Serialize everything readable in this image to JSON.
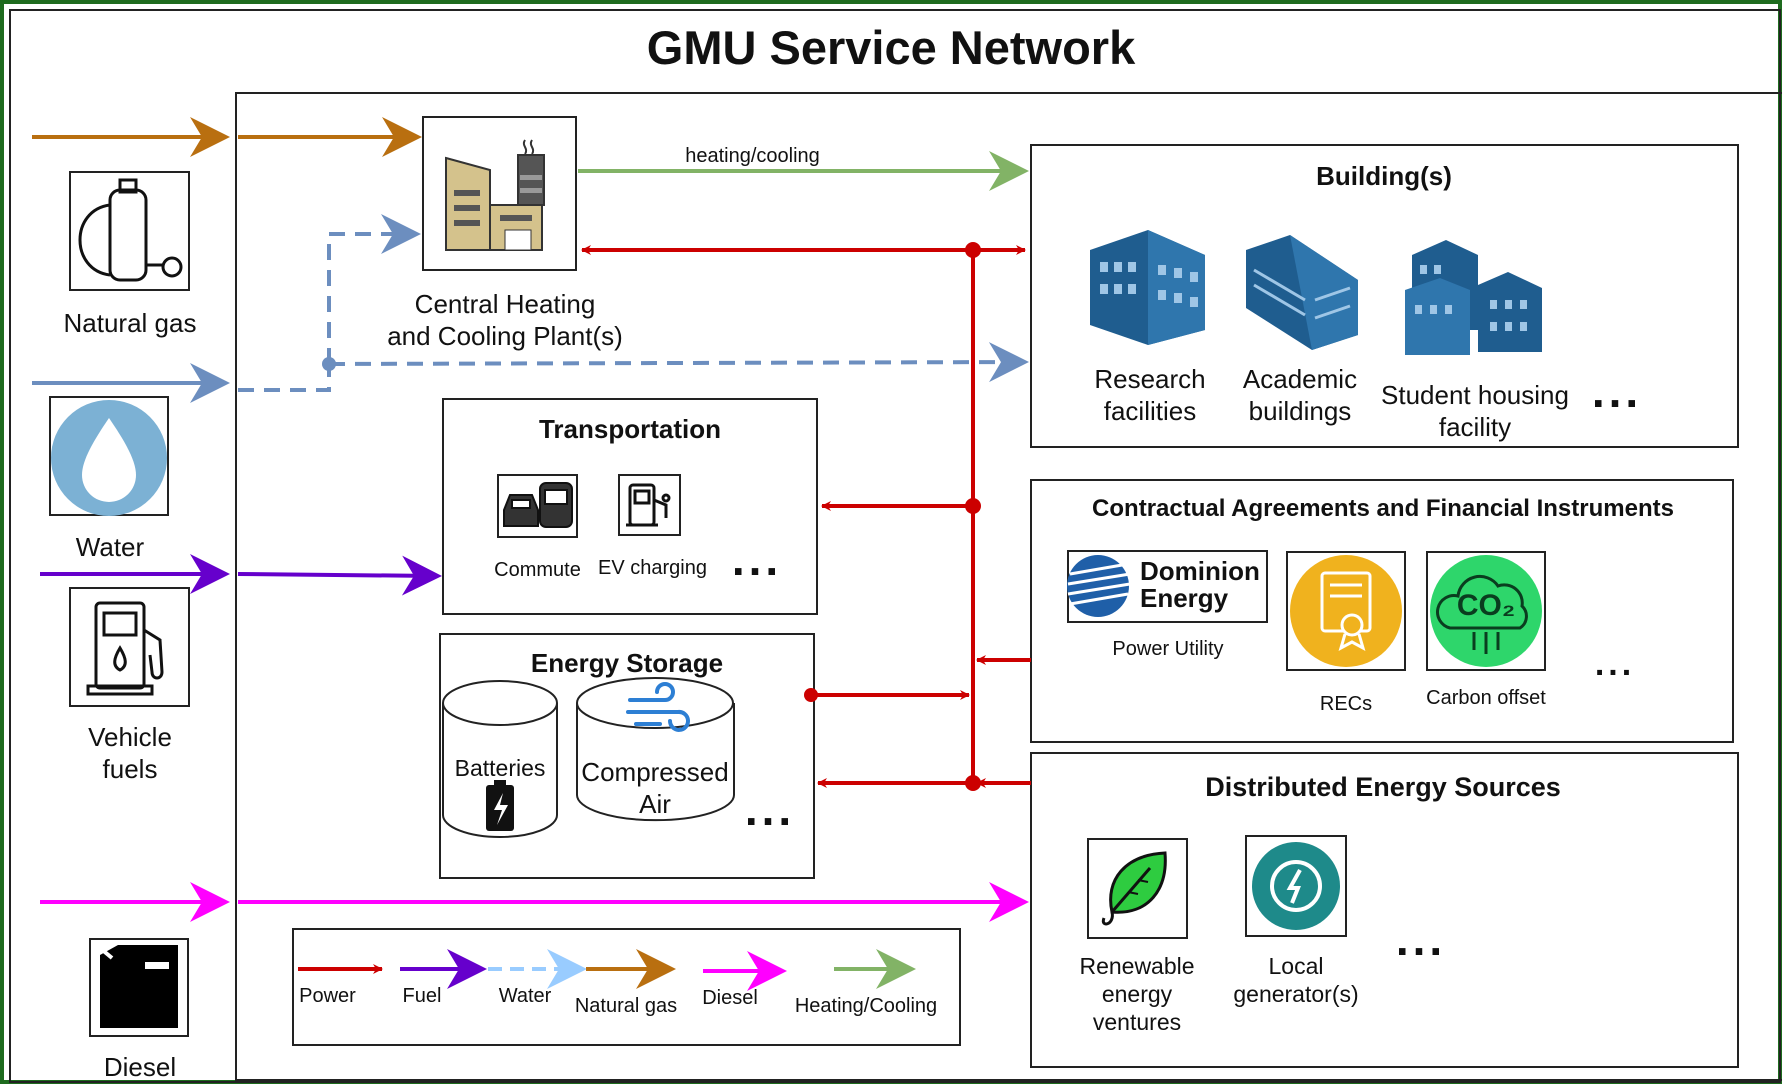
{
  "title": "GMU Service Network",
  "inputs": {
    "natural_gas": "Natural gas",
    "water": "Water",
    "vehicle_fuels": "Vehicle\nfuels",
    "diesel": "Diesel"
  },
  "plant": {
    "label": "Central Heating\nand Cooling Plant(s)",
    "flow_label": "heating/cooling"
  },
  "buildings": {
    "title": "Building(s)",
    "items": [
      "Research\nfacilities",
      "Academic\nbuildings",
      "Student housing\nfacility"
    ],
    "more": "..."
  },
  "transportation": {
    "title": "Transportation",
    "items": [
      "Commute",
      "EV charging"
    ],
    "more": "..."
  },
  "contracts": {
    "title": "Contractual Agreements and Financial Instruments",
    "items": [
      "Power Utility",
      "RECs",
      "Carbon offset"
    ],
    "logo_text": "Dominion\nEnergy",
    "co2_text": "CO₂",
    "more": "..."
  },
  "storage": {
    "title": "Energy Storage",
    "items": [
      "Batteries",
      "Compressed\nAir"
    ],
    "more": "..."
  },
  "der": {
    "title": "Distributed Energy Sources",
    "items": [
      "Renewable\nenergy\nventures",
      "Local\ngenerator(s)"
    ],
    "more": "..."
  },
  "legend": {
    "items": [
      "Power",
      "Fuel",
      "Water",
      "Natural gas",
      "Diesel",
      "Heating/Cooling"
    ]
  },
  "colors": {
    "power": "#cc0000",
    "fuel": "#6600cc",
    "water": "#6c8ebf",
    "water_legend": "#99ccff",
    "natural_gas": "#b96f10",
    "diesel": "#ff00ff",
    "heating_cooling": "#82b366",
    "frame": "#1e6b1e"
  }
}
